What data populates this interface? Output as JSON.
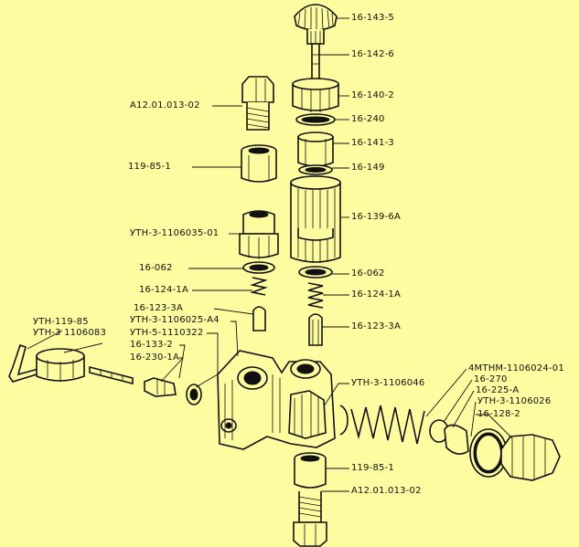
{
  "colors": {
    "background": "#fefca0",
    "ink": "#111111"
  },
  "labels": {
    "r_16_143_5": "16-143-5",
    "r_16_142_6": "16-142-6",
    "r_16_140_2": "16-140-2",
    "r_16_240": "16-240",
    "r_16_141_3": "16-141-3",
    "r_16_149": "16-149",
    "r_16_139_6a": "16-139-6A",
    "r_16_062": "16-062",
    "r_16_124_1a": "16-124-1A",
    "r_16_123_3a": "16-123-3A",
    "r_uth_1106046": "УТН-3-1106046",
    "r_4mthm": "4МТНМ-1106024-01",
    "r_16_270": "16-270",
    "r_16_225_a": "16-225-А",
    "r_uth_1106026": "УТН-3-1106026",
    "r_16_128_2": "16-128-2",
    "r_119_85_1": "119-85-1",
    "r_a12_01_013_02": "А12.01.013-02",
    "l_a12_01_013_02": "А12.01.013-02",
    "l_119_85_1": "119-85-1",
    "l_uth_1106035_01": "УТН-3-1106035-01",
    "l_16_062": "16-062",
    "l_16_124_1a": "16-124-1А",
    "l_16_123_3a": "16-123-3А",
    "l_uth_1106025_a4": "УТН-3-1106025-А4",
    "l_uth_119_85": "УТН-119-85",
    "l_uth_1106083": "УТН-3 1106083",
    "l_uth_5_1110322": "УТН-5-1110322",
    "l_16_133_2": "16-133-2",
    "l_16_230_1a": "16-230-1А"
  }
}
